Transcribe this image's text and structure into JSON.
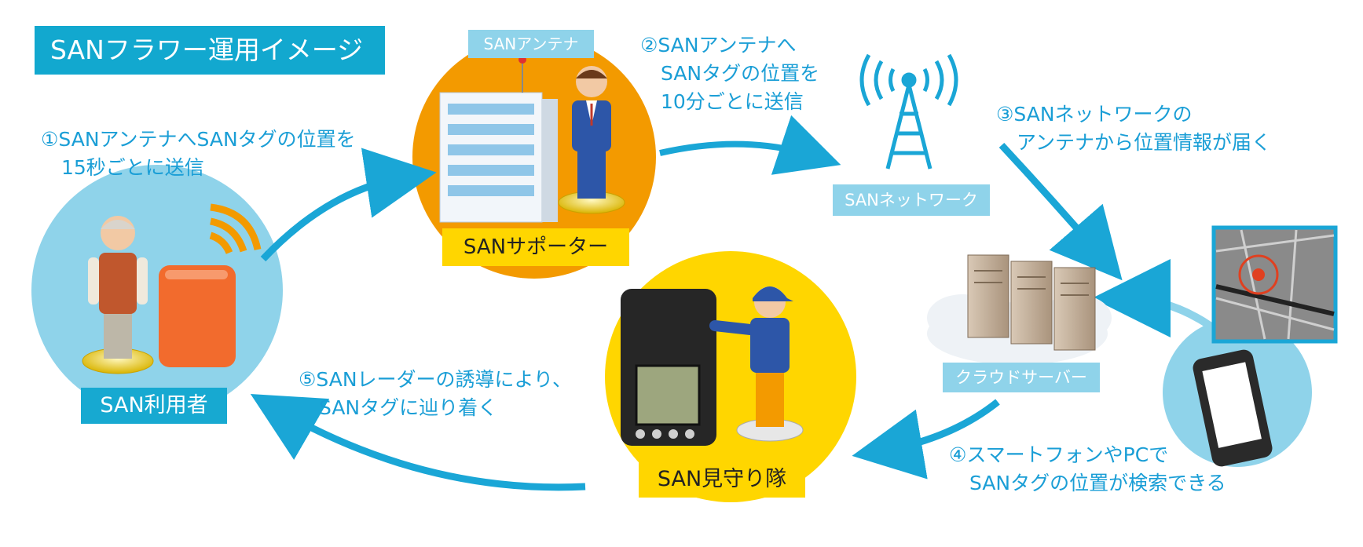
{
  "title": "SANフラワー運用イメージ",
  "labels": {
    "antenna": "SANアンテナ",
    "supporter": "SANサポーター",
    "network": "SANネットワーク",
    "cloud": "クラウドサーバー",
    "user": "SAN利用者",
    "watch": "SAN見守り隊"
  },
  "steps": {
    "s1": [
      "①SANアンテナへSANタグの位置を",
      "15秒ごとに送信"
    ],
    "s2": [
      "②SANアンテナへ",
      "SANタグの位置を",
      "10分ごとに送信"
    ],
    "s3": [
      "③SANネットワークの",
      "アンテナから位置情報が届く"
    ],
    "s4": [
      "④スマートフォンやPCで",
      "SANタグの位置が検索できる"
    ],
    "s5": [
      "⑤SANレーダーの誘導により、",
      "SANタグに辿り着く"
    ]
  },
  "colors": {
    "primary": "#12a8cf",
    "arrow": "#1aa6d6",
    "light_circle": "#8fd3ea",
    "orange": "#f39a00",
    "yellow": "#ffd600",
    "tag": "#f26b2d"
  }
}
